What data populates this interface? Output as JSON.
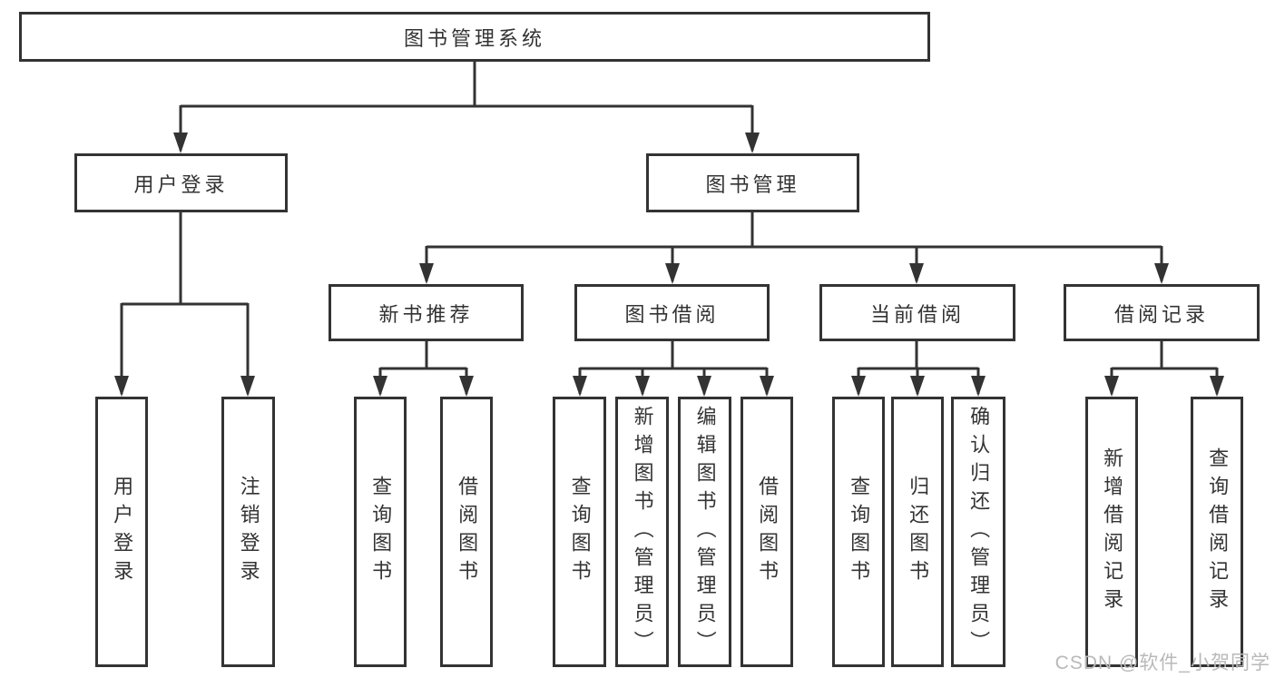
{
  "tree": {
    "label": "图书管理系统",
    "children": [
      {
        "label": "用户登录",
        "children": [
          {
            "label": "用户登录"
          },
          {
            "label": "注销登录"
          }
        ]
      },
      {
        "label": "图书管理",
        "children": [
          {
            "label": "新书推荐",
            "children": [
              {
                "label": "查询图书"
              },
              {
                "label": "借阅图书"
              }
            ]
          },
          {
            "label": "图书借阅",
            "children": [
              {
                "label": "查询图书"
              },
              {
                "label": "新增图书（管理员）"
              },
              {
                "label": "编辑图书（管理员）"
              },
              {
                "label": "借阅图书"
              }
            ]
          },
          {
            "label": "当前借阅",
            "children": [
              {
                "label": "查询图书"
              },
              {
                "label": "归还图书"
              },
              {
                "label": "确认归还（管理员）"
              }
            ]
          },
          {
            "label": "借阅记录",
            "children": [
              {
                "label": "新增借阅记录"
              },
              {
                "label": "查询借阅记录"
              }
            ]
          }
        ]
      }
    ]
  },
  "watermark": "CSDN @软件_小贺同学",
  "colors": {
    "line": "#333333",
    "text": "#333333",
    "box_fill": "#ffffff",
    "background": "#ffffff",
    "watermark": "#b9b9b9"
  }
}
